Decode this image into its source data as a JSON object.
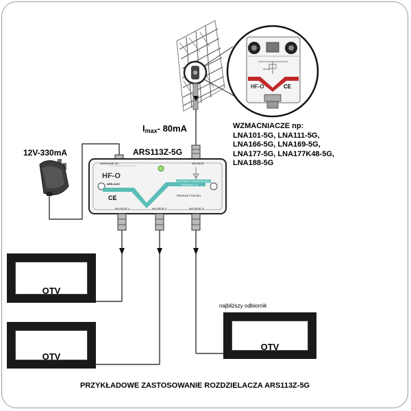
{
  "labels": {
    "imax_prefix": "I",
    "imax_sub": "max",
    "imax_value": "- 80mA",
    "psu_label": "12V-330mA",
    "splitter_label": "ARS113Z-5G",
    "amps_title": "WZMACNIACZE np:",
    "amps_line1": "LNA101-5G, LNA111-5G,",
    "amps_line2": "LNA166-5G, LNA169-5G,",
    "amps_line3": "LNA177-5G, LNA177K48-5G,",
    "amps_line4": "LNA188-5G",
    "nearest_receiver": "najbliższy odbiornik",
    "caption": "PRZYKŁADOWE ZASTOSOWANIE ROZDZIELACZA ARS113Z-5G"
  },
  "tvs": [
    {
      "label": "OTV"
    },
    {
      "label": "OTV"
    },
    {
      "label": "OTV"
    }
  ],
  "device": {
    "brand": "HF-O",
    "model": "ARS-113Z",
    "badge_line1": "AKTYWNY ROZDZIELACZ",
    "badge_line2": "SYGNAŁU TV",
    "made_in": "PRODUKT POLSKI",
    "ce": "CE",
    "in_dc": "ZASILANIE DC",
    "in_ant": "WEJŚCIE",
    "out1": "WYJŚCIE 1",
    "out2": "WYJŚCIE 2",
    "out3": "WYJŚCIE 3"
  },
  "amp_device": {
    "brand": "HF-O",
    "ce": "CE",
    "dc": "12V DC"
  },
  "colors": {
    "teal": "#5bbdb8",
    "red": "#c0282a",
    "led": "#9fe07a"
  }
}
